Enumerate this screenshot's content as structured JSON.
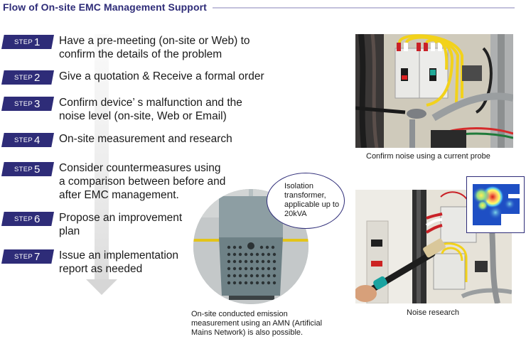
{
  "header": {
    "title": "Flow of On-site EMC Management Support"
  },
  "colors": {
    "accent": "#2e2c78",
    "title_rule": "#c3c1dc",
    "flow_arrow": "#dcdcdc"
  },
  "steps": [
    {
      "word": "STEP",
      "number": "1",
      "line1": "Have a pre-meeting (on-site or Web) to",
      "line2": "confirm the details of the problem"
    },
    {
      "word": "STEP",
      "number": "2",
      "line1": "Give a quotation & Receive a formal order",
      "line2": ""
    },
    {
      "word": "STEP",
      "number": "3",
      "line1": "Confirm device’ s malfunction and the",
      "line2": "noise level (on-site, Web or Email)"
    },
    {
      "word": "STEP",
      "number": "4",
      "line1": "On-site measurement and research",
      "line2": ""
    },
    {
      "word": "STEP",
      "number": "5",
      "line1": "Consider countermeasures using",
      "line2": "a comparison between before and",
      "line3": "after EMC management."
    },
    {
      "word": "STEP",
      "number": "6",
      "line1": "Propose an improvement",
      "line2": "plan"
    },
    {
      "word": "STEP",
      "number": "7",
      "line1": "Issue an implementation",
      "line2": "report as needed"
    }
  ],
  "images": {
    "current_probe": {
      "caption": "Confirm noise using a current probe"
    },
    "noise_research": {
      "caption": "Noise research"
    },
    "transformer": {
      "bubble_line1": "Isolation",
      "bubble_line2": "transformer,",
      "bubble_line3": "applicable up to",
      "bubble_line4": "20kVA",
      "caption_line1": "On-site conducted emission",
      "caption_line2": "measurement using an AMN (Artificial",
      "caption_line3": "Mains Network) is also possible."
    }
  }
}
